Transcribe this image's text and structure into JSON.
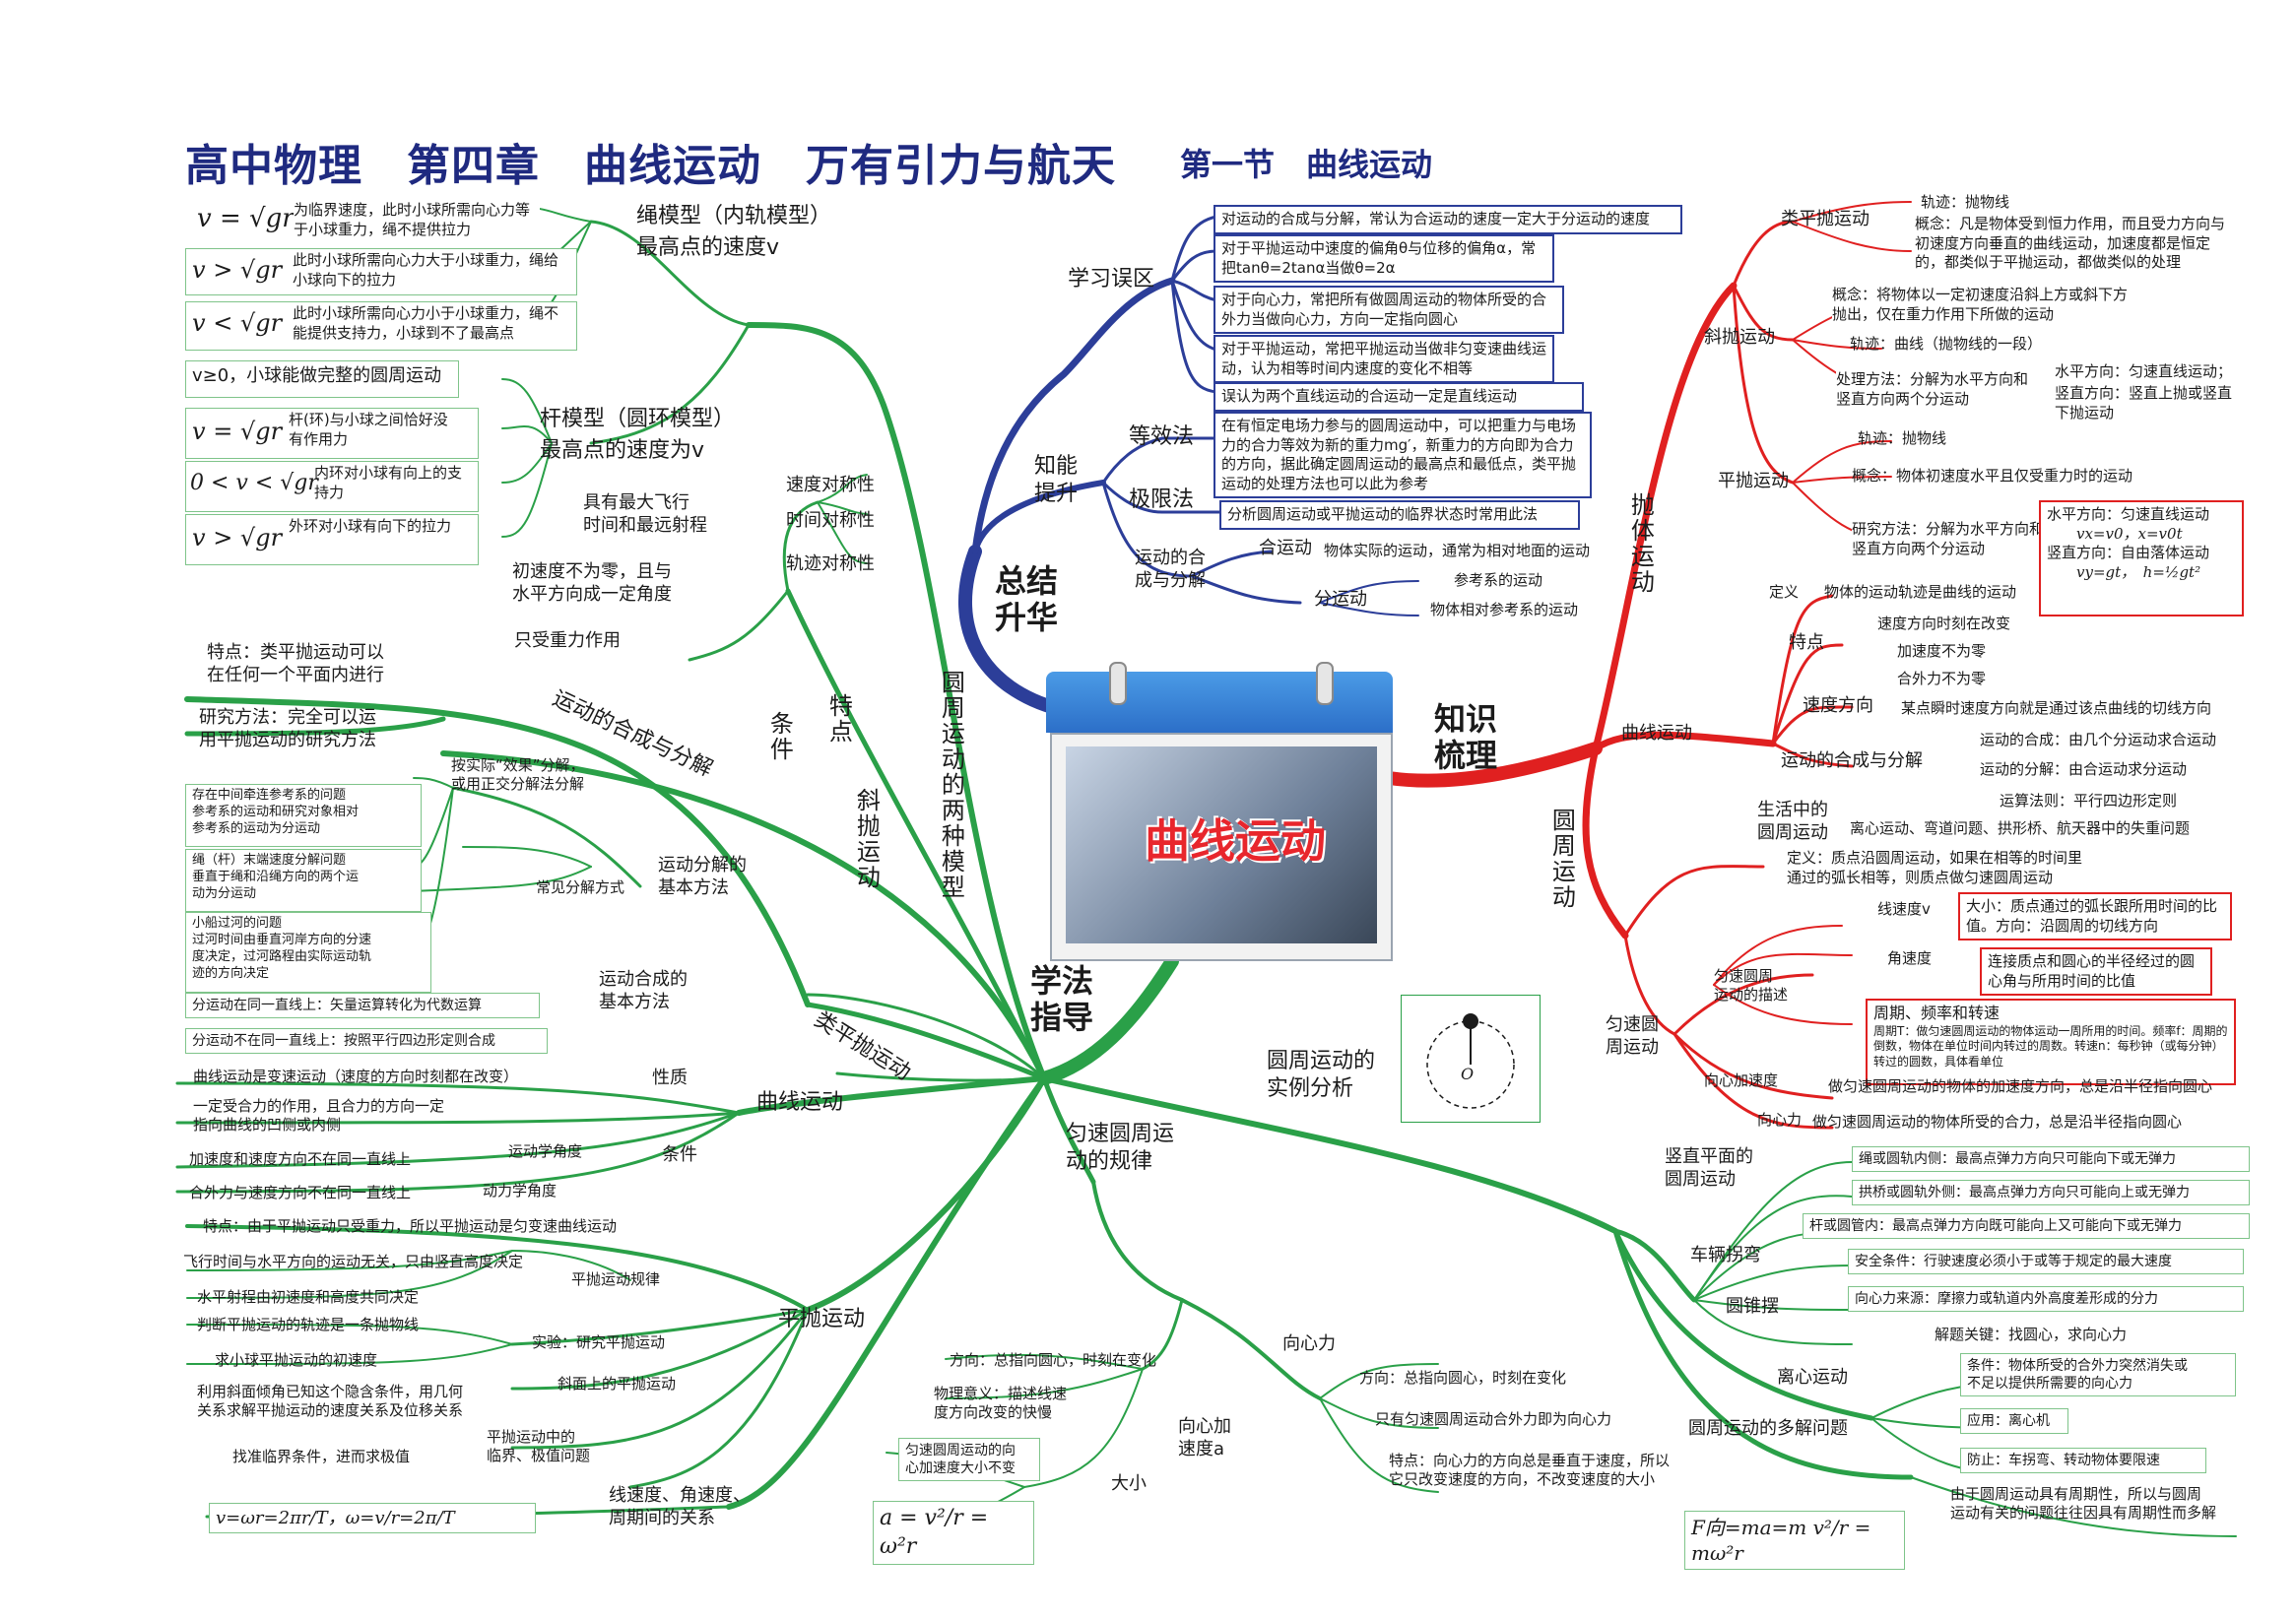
{
  "title": "高中物理　第四章　曲线运动　万有引力与航天",
  "subtitle": "第一节　曲线运动",
  "center": {
    "label": "曲线运动"
  },
  "colors": {
    "title": "#1f2a80",
    "blue_branch": "#2c3e99",
    "red_branch": "#e02020",
    "green_branch": "#2aa048"
  },
  "branches": {
    "summary": {
      "label": "总结\n升华",
      "learning_errors": {
        "label": "学习误区",
        "items": [
          "对运动的合成与分解，常认为合运动的速度一定大于分运动的速度",
          "对于平抛运动中速度的偏角θ与位移的偏角α，常把tanθ=2tanα当做θ=2α",
          "对于向心力，常把所有做圆周运动的物体所受的合外力当做向心力，方向一定指向圆心",
          "对于平抛运动，常把平抛运动当做非匀变速曲线运动，认为相等时间内速度的变化不相等",
          "误认为两个直线运动的合运动一定是直线运动"
        ]
      },
      "ability": {
        "label": "知能\n提升",
        "equivalent": "等效法",
        "equivalent_text": "在有恒定电场力参与的圆周运动中，可以把重力与电场力的合力等效为新的重力mg′，新重力的方向即为合力的方向，据此确定圆周运动的最高点和最低点，类平抛运动的处理方法也可以此为参考",
        "limit": "极限法",
        "limit_text": "分析圆周运动或平抛运动的临界状态时常用此法",
        "compose": "运动的合\n成与分解",
        "resultant": "合运动",
        "resultant_text": "物体实际的运动，通常为相对地面的运动",
        "component": "分运动",
        "component_items": [
          "参考系的运动",
          "物体相对参考系的运动"
        ]
      }
    },
    "knowledge": {
      "label": "知识\n梳理",
      "throwing": {
        "label": "抛体运动",
        "projectile_like": {
          "label": "类平抛运动",
          "trajectory": "轨迹：抛物线",
          "concept": "概念：凡是物体受到恒力作用，而且受力方向与初速度方向垂直的曲线运动，加速度都是恒定的，都类似于平抛运动，都做类似的处理"
        },
        "oblique": {
          "label": "斜抛运动",
          "concept": "概念：将物体以一定初速度沿斜上方或斜下方抛出，仅在重力作用下所做的运动",
          "trajectory": "轨迹：曲线（抛物线的一段）",
          "method": "处理方法：分解为水平方向和竖直方向两个分运动",
          "horizontal": "水平方向：匀速直线运动；",
          "vertical": "竖直方向：竖直上抛或竖直下抛运动"
        },
        "horizontal_throw": {
          "label": "平抛运动",
          "trajectory": "轨迹：抛物线",
          "concept": "概念：物体初速度水平且仅受重力时的运动",
          "method": "研究方法：分解为水平方向和竖直方向两个分运动",
          "formula_h": "水平方向：匀速直线运动",
          "formula_h_eq": "vx=v0，x=v0t",
          "formula_v": "竖直方向：自由落体运动",
          "formula_v_eq1": "vy=gt，",
          "formula_v_eq2": "h=½gt²"
        }
      },
      "curvilinear": {
        "label": "曲线运动",
        "definition": "定义",
        "definition_text": "物体的运动轨迹是曲线的运动",
        "features": "特点",
        "feature_items": [
          "速度方向时刻在改变",
          "加速度不为零",
          "合外力不为零"
        ],
        "velocity_dir": "速度方向",
        "velocity_dir_text": "某点瞬时速度方向就是通过该点曲线的切线方向",
        "compose": "运动的合成与分解",
        "compose_items": [
          "运动的合成：由几个分运动求合运动",
          "运动的分解：由合运动求分运动",
          "运算法则：平行四边形定则"
        ]
      },
      "circular": {
        "label": "圆周运动",
        "life": "生活中的\n圆周运动",
        "life_text": "离心运动、弯道问题、拱形桥、航天器中的失重问题",
        "uniform": "匀速圆\n周运动",
        "uniform_def": "定义：质点沿圆周运动，如果在相等的时间里通过的弧长相等，则质点做匀速圆周运动",
        "desc": "匀速圆周\n运动的描述",
        "linear_speed": "线速度v",
        "linear_speed_text": "大小：质点通过的弧长跟所用时间的比值。方向：沿圆周的切线方向",
        "angular_speed": "角速度",
        "angular_speed_text": "连接质点和圆心的半径经过的圆心角与所用时间的比值",
        "period_title": "周期、频率和转速",
        "period_text": "周期T：做匀速圆周运动的物体运动一周所用的时间。频率f：周期的倒数，物体在单位时间内转过的周数。转速n：每秒钟（或每分钟）转过的圆数，具体看单位",
        "centripetal_acc": "向心加速度",
        "centripetal_acc_text": "做匀速圆周运动的物体的加速度方向，总是沿半径指向圆心",
        "centripetal_force": "向心力",
        "centripetal_force_text": "做匀速圆周运动的物体所受的合力，总是沿半径指向圆心"
      }
    },
    "method": {
      "label": "学法\n指导",
      "two_models": "圆周运动的两种模型",
      "rope_model": "绳模型（内轨模型）\n最高点的速度v",
      "rope_items": [
        {
          "eq": "v = √gr",
          "text": "为临界速度，此时小球所需向心力等于小球重力，绳不提供拉力"
        },
        {
          "eq": "v > √gr",
          "text": "此时小球所需向心力大于小球重力，绳给小球向下的拉力"
        },
        {
          "eq": "v < √gr",
          "text": "此时小球所需向心力小于小球重力，绳不能提供支持力，小球到不了最高点"
        }
      ],
      "rod_model": "杆模型（圆环模型）\n最高点的速度为v",
      "rod_items": [
        {
          "eq": "v≥0，小球能做完整的圆周运动",
          "text": ""
        },
        {
          "eq": "v = √gr",
          "text": "杆(环)与小球之间恰好没有作用力"
        },
        {
          "eq": "0 < v < √gr",
          "text": "内环对小球有向上的支持力"
        },
        {
          "eq": "v > √gr",
          "text": "外环对小球有向下的拉力"
        }
      ],
      "oblique": "斜抛运动",
      "oblique_feature": "特点",
      "oblique_feature_items": [
        "速度对称性",
        "时间对称性",
        "轨迹对称性"
      ],
      "oblique_condition": "条件",
      "oblique_condition_items": [
        "具有最大飞行\n时间和最远射程",
        "初速度不为零，且与\n水平方向成一定角度",
        "只受重力作用"
      ],
      "projectile_like": "类平抛运动",
      "projectile_like_feature": "特点：类平抛运动可以\n在任何一个平面内进行",
      "projectile_like_method": "研究方法：完全可以运\n用平抛运动的研究方法",
      "compose": "运动的合成与分解",
      "decompose_method": "运动分解的\n基本方法",
      "decompose_effect": "按实际“效果”分解，\n或用正交分解法分解",
      "common": "常见分解方式",
      "common_items": [
        "存在中间牵连参考系的问题\n参考系的运动和研究对象相对\n参考系的运动为分运动",
        "绳（杆）末端速度分解问题\n垂直于绳和沿绳方向的两个运\n动为分运动",
        "小船过河的问题\n过河时间由垂直河岸方向的分速\n度决定，过河路程由实际运动轨\n迹的方向决定"
      ],
      "basic_method": "运动合成的\n基本方法",
      "basic_items": [
        "分运动在同一直线上：矢量运算转化为代数运算",
        "分运动不在同一直线上：按照平行四边形定则合成"
      ],
      "curvilinear": "曲线运动",
      "nature": "性质",
      "nature_text": "曲线运动是变速运动（速度的方向时刻都在改变）",
      "nature_text2": "一定受合力的作用，且合力的方向一定\n指向曲线的凹侧或内侧",
      "condition": "条件",
      "kinematic": "运动学角度",
      "kinematic_text": "加速度和速度方向不在同一直线上",
      "dynamic": "动力学角度",
      "dynamic_text": "合外力与速度方向不在同一直线上",
      "horizontal_throw": "平抛运动",
      "ht_feature": "特点：由于平抛运动只受重力，所以平抛运动是匀变速曲线运动",
      "ht_law": "平抛运动规律",
      "ht_law_items": [
        "飞行时间与水平方向的运动无关，只由竖直高度决定",
        "水平射程由初速度和高度共同决定"
      ],
      "ht_exp": "实验：研究平抛运动",
      "ht_exp_items": [
        "判断平抛运动的轨迹是一条抛物线",
        "求小球平抛运动的初速度"
      ],
      "ht_slope": "斜面上的平抛运动",
      "ht_slope_text": "利用斜面倾角已知这个隐含条件，用几何\n关系求解平抛运动的速度关系及位移关系",
      "ht_critical": "平抛运动中的\n临界、极值问题",
      "ht_critical_text": "找准临界条件，进而求极值",
      "relation": "线速度、角速度、\n周期间的关系",
      "relation_eq": "v=ωr=2πr/T，ω=v/r=2π/T",
      "uniform_law": "匀速圆周运\n动的规律",
      "cent_acc": "向心加\n速度a",
      "cent_acc_dir": "方向：总指向圆心，时刻在变化",
      "cent_acc_meaning": "物理意义：描述线速\n度方向改变的快慢",
      "cent_acc_size": "大小",
      "cent_acc_const": "匀速圆周运动的向\n心加速度大小不变",
      "cent_acc_eq": "a = v²/r = ω²r",
      "cent_force": "向心力",
      "cent_force_dir": "方向：总指向圆心，时刻在变化",
      "cent_force_only": "只有匀速圆周运动合外力即为向心力",
      "cent_force_feature": "特点：向心力的方向总是垂直于速度，所以\n它只改变速度的方向，不改变速度的大小",
      "cent_force_eq": "F向=ma=m v²/r = mω²r",
      "examples": "圆周运动的\n实例分析",
      "vertical": "竖直平面的\n圆周运动",
      "vertical_items": [
        "绳或圆轨内侧：最高点弹力方向只可能向下或无弹力",
        "拱桥或圆轨外侧：最高点弹力方向只可能向上或无弹力",
        "杆或圆管内：最高点弹力方向既可能向上又可能向下或无弹力"
      ],
      "vehicle": "车辆拐弯",
      "vehicle_items": [
        "安全条件：行驶速度必须小于或等于规定的最大速度",
        "向心力来源：摩擦力或轨道内外高度差形成的分力"
      ],
      "cone": "圆锥摆",
      "cone_text": "解题关键：找圆心，求向心力",
      "centrifugal": "离心运动",
      "centrifugal_items": [
        "条件：物体所受的合外力突然消失或\n不足以提供所需要的向心力",
        "应用：离心机",
        "防止：车拐弯、转动物体要限速"
      ],
      "multi": "圆周运动的多解问题",
      "multi_text": "由于圆周运动具有周期性，所以与圆周\n运动有关的问题往往因具有周期性而多解",
      "clock_label": "O"
    }
  }
}
